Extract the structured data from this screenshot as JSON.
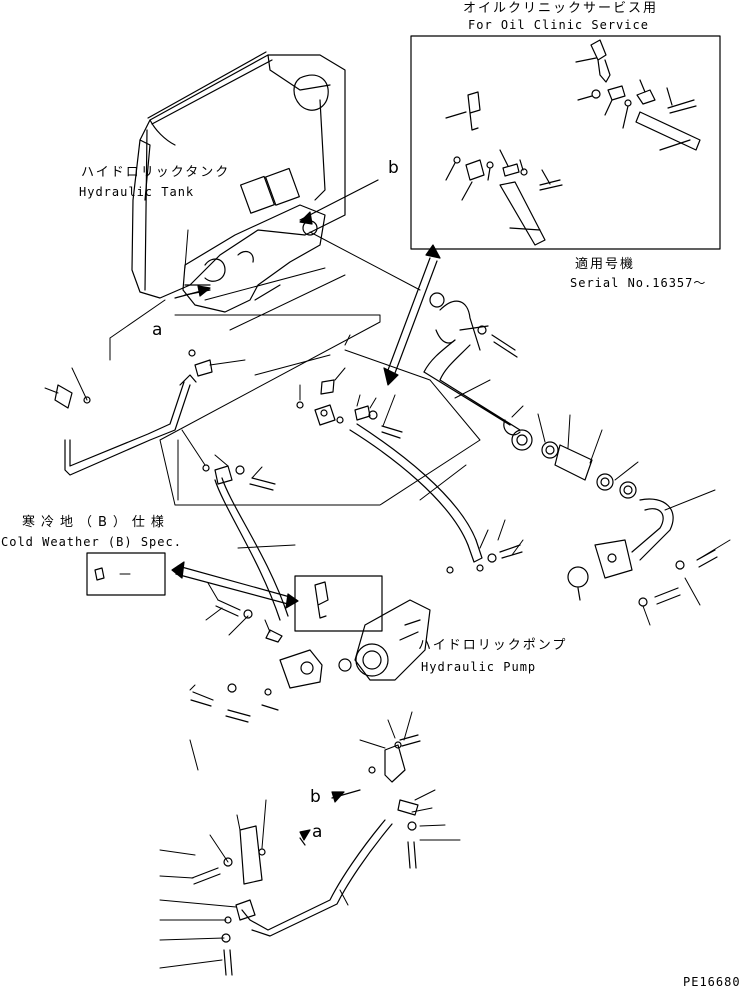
{
  "labels": {
    "oil_clinic_jp": "オイルクリニックサービス用",
    "oil_clinic_en": "For Oil Clinic Service",
    "serial_jp": "適用号機",
    "serial_en": "Serial No.16357～",
    "tank_jp": "ハイドロリックタンク",
    "tank_en": "Hydraulic Tank",
    "pump_jp": "ハイドロリックポンプ",
    "pump_en": "Hydraulic Pump",
    "cold_jp": "寒冷地（B）仕様",
    "cold_en": "Cold Weather (B) Spec.",
    "callout_a": "a",
    "callout_b": "b",
    "callout_a_lower": "a",
    "callout_b_lower": "b",
    "drawing_no": "PE16680"
  }
}
